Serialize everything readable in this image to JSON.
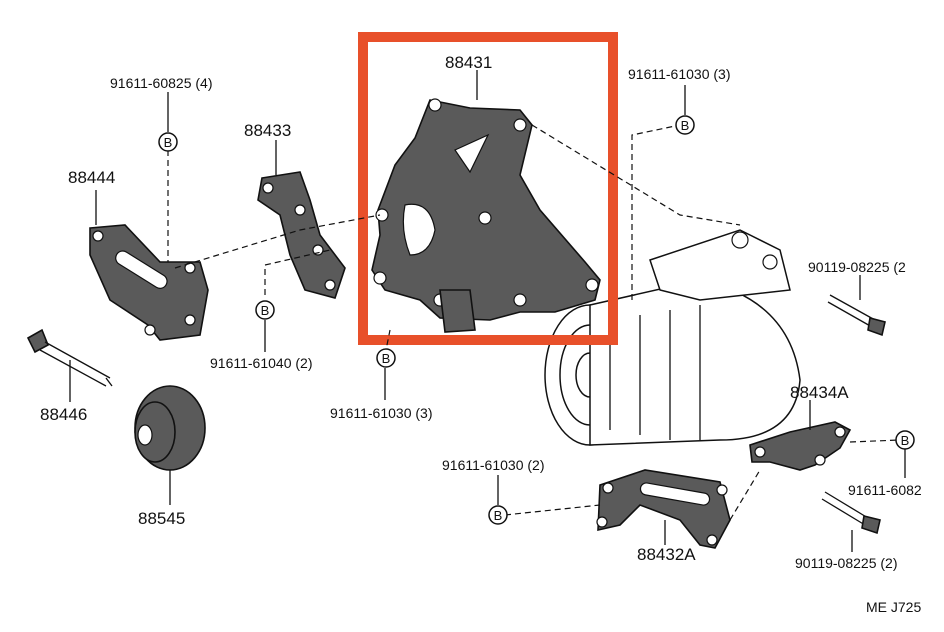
{
  "labels": {
    "p88431": "88431",
    "p91611_60825": "91611-60825 (4)",
    "p88433": "88433",
    "p91611_61030_top": "91611-61030 (3)",
    "p88444": "88444",
    "p90119_08225_top": "90119-08225 (2",
    "p91611_61040": "91611-61040 (2)",
    "p91611_61030_mid": "91611-61030 (3)",
    "p88446": "88446",
    "p88434A": "88434A",
    "p91611_61030_bot": "91611-61030 (2)",
    "p91611_6082": "91611-6082",
    "p88545": "88545",
    "p88432A": "88432A",
    "p90119_08225_bot": "90119-08225 (2)",
    "code": "ME  J725"
  },
  "bolt_tag": "B",
  "highlight_color": "#e8502a"
}
